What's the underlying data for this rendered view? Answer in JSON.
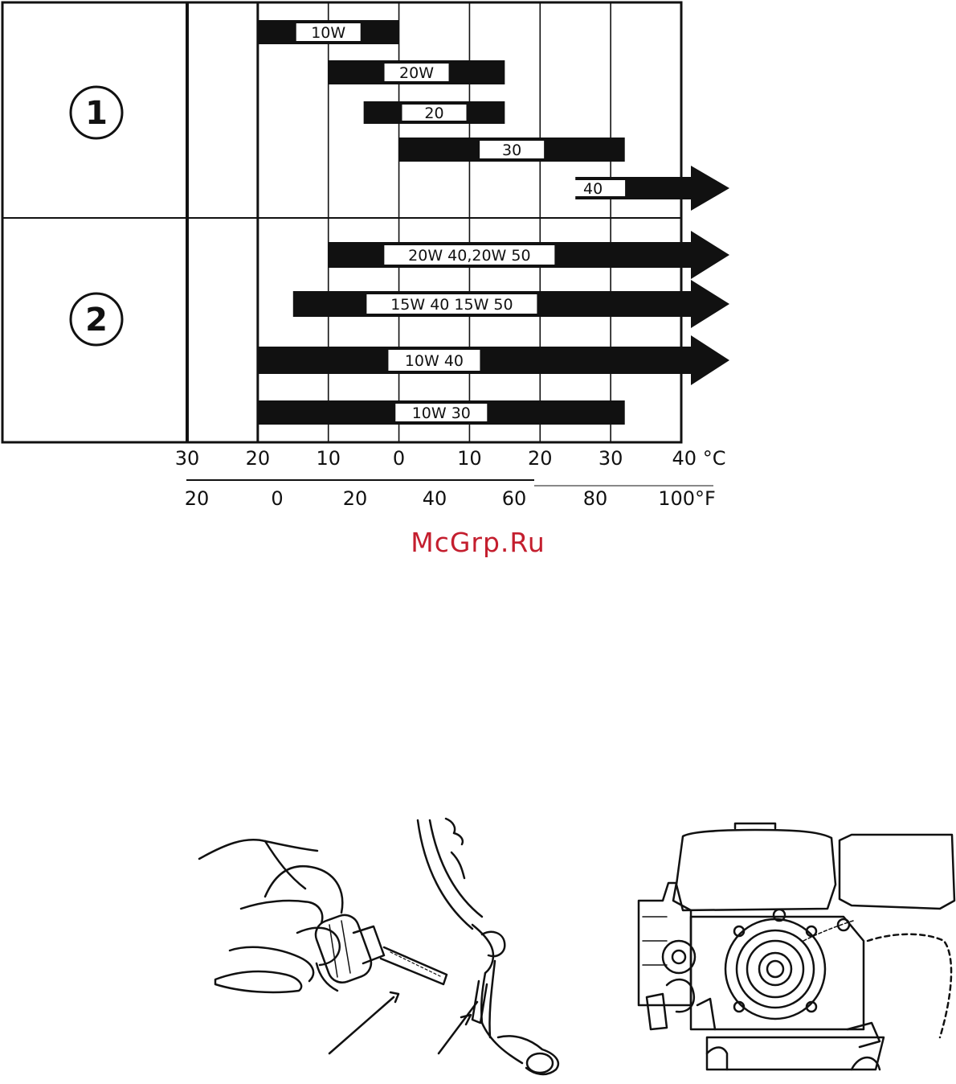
{
  "chart_data": {
    "type": "bar",
    "groups": [
      {
        "label": "1",
        "bars": [
          {
            "name": "10W",
            "range": [
              -20,
              0
            ],
            "open_ended": false
          },
          {
            "name": "20W",
            "range": [
              -10,
              15
            ],
            "open_ended": false
          },
          {
            "name": "20",
            "range": [
              -5,
              15
            ],
            "open_ended": false
          },
          {
            "name": "30",
            "range": [
              0,
              32
            ],
            "open_ended": false
          },
          {
            "name": "40",
            "range": [
              25,
              40
            ],
            "open_ended": true
          }
        ]
      },
      {
        "label": "2",
        "bars": [
          {
            "name": "20W 40,20W 50",
            "range": [
              -10,
              40
            ],
            "open_ended": true
          },
          {
            "name": "15W 40 15W 50",
            "range": [
              -15,
              40
            ],
            "open_ended": true
          },
          {
            "name": "10W 40",
            "range": [
              -20,
              40
            ],
            "open_ended": true
          },
          {
            "name": "10W 30",
            "range": [
              -20,
              32
            ],
            "open_ended": false
          }
        ]
      }
    ],
    "celsius_ticks": [
      "30",
      "20",
      "10",
      "0",
      "10",
      "20",
      "30",
      "40 °C"
    ],
    "fahrenheit_ticks": [
      "20",
      "0",
      "20",
      "40",
      "60",
      "80",
      "100°F"
    ],
    "xlim_celsius": [
      -30,
      40
    ]
  },
  "watermark": {
    "text": "McGrp.Ru",
    "color": "#c41e2e"
  },
  "illustrations": [
    {
      "name": "dipstick-in-hand-illustration"
    },
    {
      "name": "oil-filler-neck-illustration"
    },
    {
      "name": "engine-front-view-illustration"
    }
  ]
}
